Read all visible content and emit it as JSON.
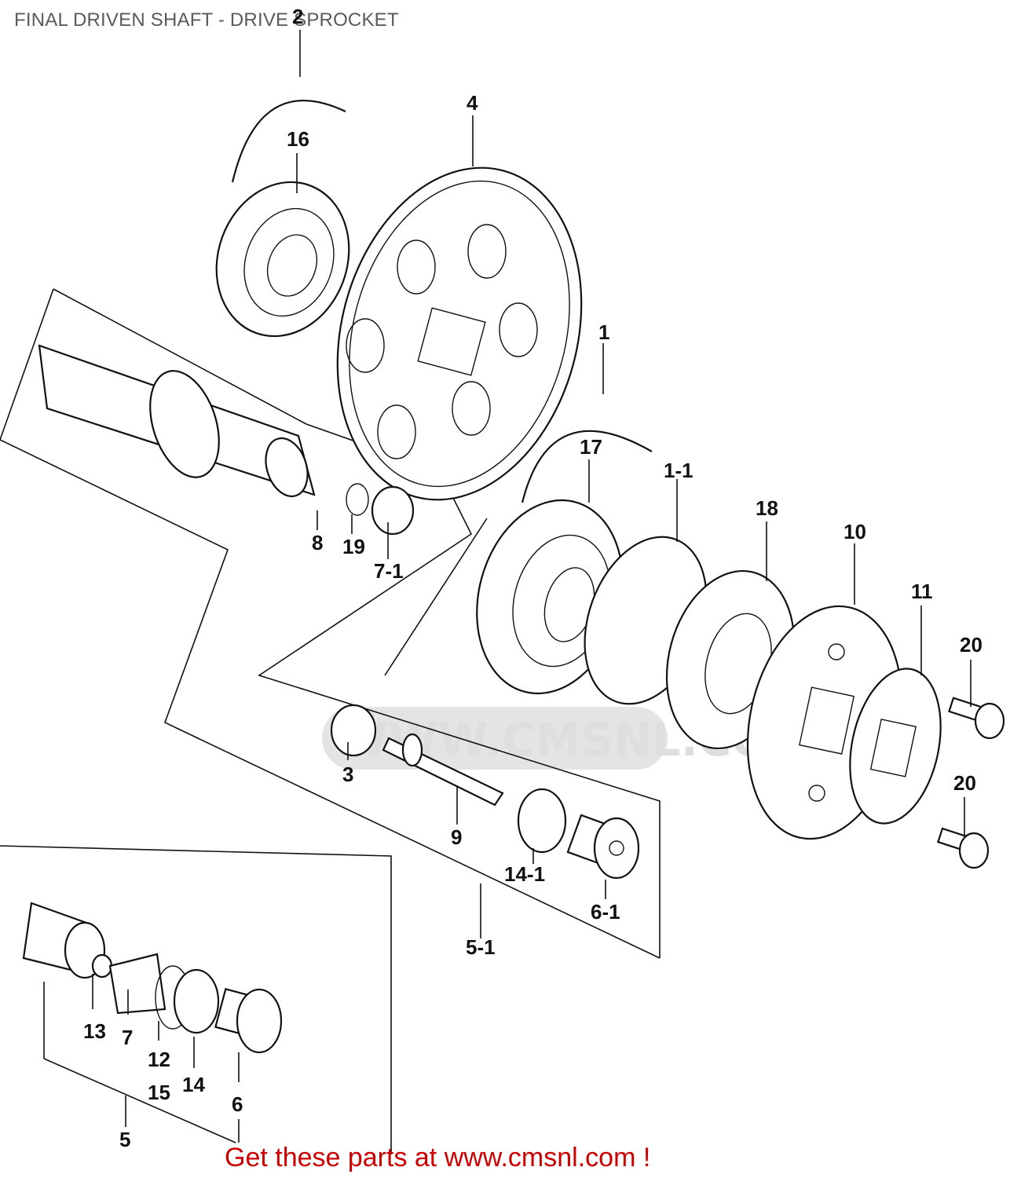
{
  "title": "FINAL DRIVEN SHAFT - DRIVE SPROCKET",
  "footer": "Get these parts at www.cmsnl.com !",
  "watermark": "WWW.CMSNL.COM",
  "colors": {
    "title": "#5a5a5a",
    "footer": "#cc0000",
    "lines": "#111111",
    "watermark": "#dedede"
  },
  "callouts": [
    {
      "id": "2",
      "label": "2"
    },
    {
      "id": "16",
      "label": "16"
    },
    {
      "id": "4",
      "label": "4"
    },
    {
      "id": "1",
      "label": "1"
    },
    {
      "id": "17",
      "label": "17"
    },
    {
      "id": "1-1",
      "label": "1-1"
    },
    {
      "id": "18",
      "label": "18"
    },
    {
      "id": "10",
      "label": "10"
    },
    {
      "id": "11",
      "label": "11"
    },
    {
      "id": "20a",
      "label": "20"
    },
    {
      "id": "20b",
      "label": "20"
    },
    {
      "id": "8",
      "label": "8"
    },
    {
      "id": "19",
      "label": "19"
    },
    {
      "id": "7-1",
      "label": "7-1"
    },
    {
      "id": "3",
      "label": "3"
    },
    {
      "id": "9",
      "label": "9"
    },
    {
      "id": "14-1",
      "label": "14-1"
    },
    {
      "id": "6-1",
      "label": "6-1"
    },
    {
      "id": "5-1",
      "label": "5-1"
    },
    {
      "id": "13",
      "label": "13"
    },
    {
      "id": "7",
      "label": "7"
    },
    {
      "id": "12",
      "label": "12"
    },
    {
      "id": "15",
      "label": "15"
    },
    {
      "id": "14",
      "label": "14"
    },
    {
      "id": "6",
      "label": "6"
    },
    {
      "id": "5",
      "label": "5"
    }
  ]
}
